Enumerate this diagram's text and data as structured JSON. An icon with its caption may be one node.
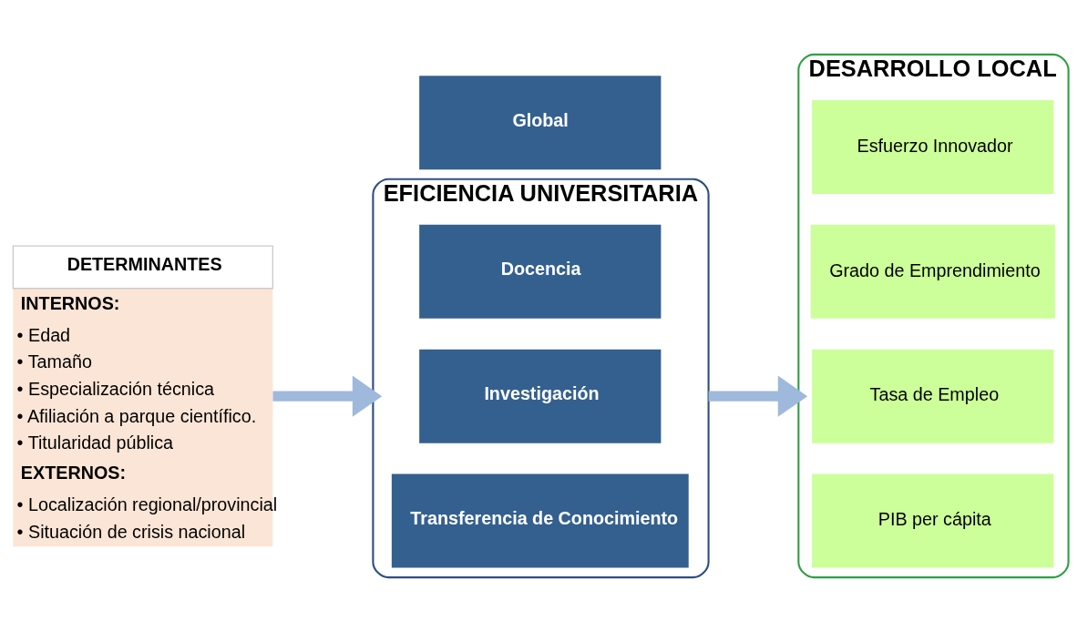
{
  "diagram": {
    "nodes": [
      {
        "text": [
          "DETERMINANTES",
          "INTERNOS:",
          "• Edad",
          "• Tamaño",
          "• Especialización técnica",
          "• Afiliación a parque científico.",
          "• Titularidad pública",
          "EXTERNOS:",
          "• Localización regional/provincial",
          "• Situación de crisis nacional"
        ]
      },
      {
        "text": [
          "EFICIENCIA UNIVERSITARIA"
        ]
      },
      {
        "text": [
          "Docencia"
        ],
        "in": 1
      },
      {
        "text": [
          "Investigación"
        ],
        "in": 1
      },
      {
        "text": [
          "Transferencia de Conocimiento"
        ],
        "in": 1
      },
      {
        "text": [
          "Global"
        ]
      },
      {
        "text": [
          "DESARROLLO LOCAL"
        ]
      },
      {
        "text": [
          "Esfuerzo Innovador"
        ],
        "in": 6
      },
      {
        "text": [
          "Grado de Emprendimiento"
        ],
        "in": 6
      },
      {
        "text": [
          "Tasa de Empleo"
        ],
        "in": 6
      },
      {
        "text": [
          "PIB per cápita"
        ],
        "in": 6
      }
    ],
    "edges": [
      {
        "from": 0,
        "to": 1,
        "arrow": "to"
      },
      {
        "from": 1,
        "to": 6,
        "arrow": "to"
      }
    ]
  }
}
